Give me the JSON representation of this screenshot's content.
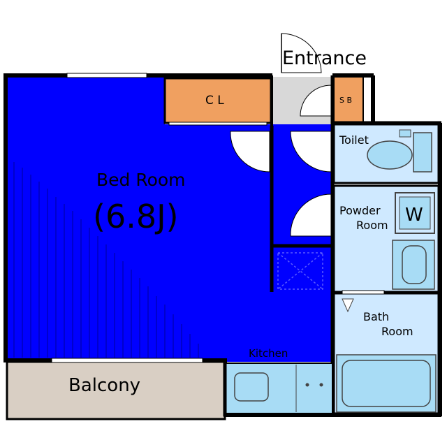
{
  "labels": {
    "entrance": "Entrance",
    "closet": "C L",
    "shoe_box": "S B",
    "toilet": "Toilet",
    "bed_room": "Bed Room",
    "bed_room_size": "(6.8J)",
    "powder_room_1": "Powder",
    "powder_room_2": "Room",
    "washer": "W",
    "bath_room_1": "Bath",
    "bath_room_2": "Room",
    "kitchen": "Kitchen",
    "balcony": "Balcony"
  },
  "colors": {
    "wall": "#000000",
    "bed_room": "#0000ff",
    "closet": "#f0a060",
    "wet_area": "#cfe9ff",
    "fixture": "#a8dcf5",
    "balcony": "#d9cfc4",
    "entrance_floor": "#d8d8d8"
  }
}
